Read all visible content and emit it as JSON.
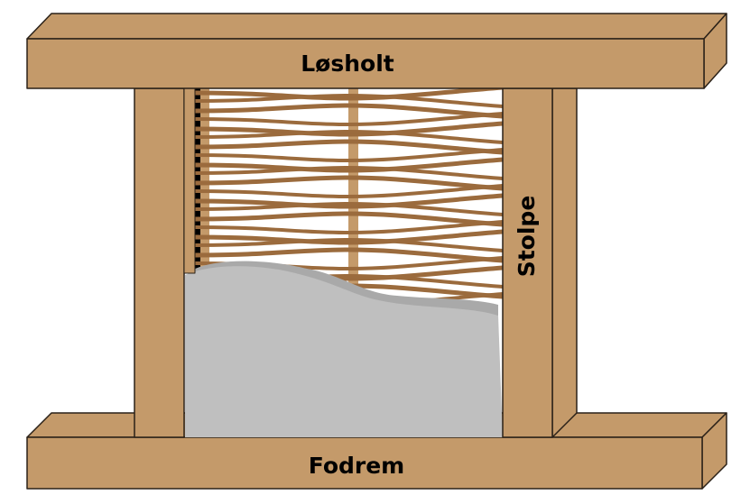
{
  "labels": {
    "top_beam": "Løsholt",
    "post": "Stolpe",
    "bottom_beam": "Fodrem"
  },
  "colors": {
    "wood": "#c49a6a",
    "wattle": "#9b6b3d",
    "clay": "#bfbfbf",
    "outline": "#2a2118"
  }
}
